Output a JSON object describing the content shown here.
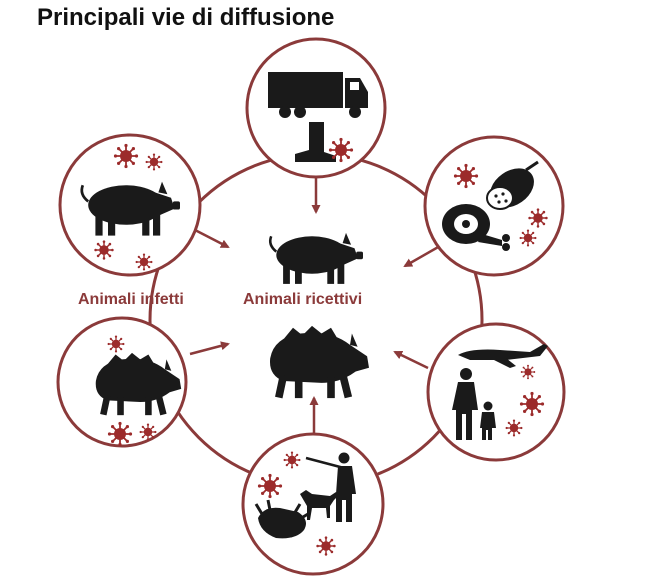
{
  "title": "Principali vie di diffusione",
  "labels": {
    "infected": "Animali infetti",
    "receptive": "Animali ricettivi"
  },
  "colors": {
    "accent": "#8b3a3a",
    "virus": "#9c2b2b",
    "silhouette": "#1a1a1a",
    "label": "#8b3a3a"
  },
  "nodes": [
    {
      "id": "transport",
      "icons": [
        "truck-icon",
        "boot-icon",
        "virus-icon"
      ]
    },
    {
      "id": "infected-pig",
      "icons": [
        "pig-icon",
        "virus-icon"
      ]
    },
    {
      "id": "infected-boar",
      "icons": [
        "wild-boar-icon",
        "virus-icon"
      ]
    },
    {
      "id": "hunting",
      "icons": [
        "hunter-icon",
        "dog-icon",
        "boar-carcass-icon",
        "virus-icon"
      ]
    },
    {
      "id": "travel",
      "icons": [
        "airplane-icon",
        "people-icon",
        "virus-icon"
      ]
    },
    {
      "id": "food",
      "icons": [
        "ham-icon",
        "salami-icon",
        "virus-icon"
      ]
    }
  ],
  "center": {
    "icons": [
      "pig-icon",
      "wild-boar-icon"
    ]
  }
}
